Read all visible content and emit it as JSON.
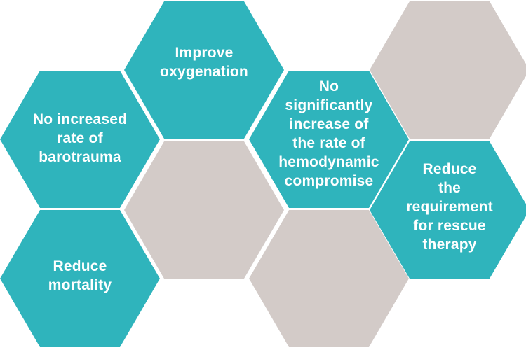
{
  "colors": {
    "teal": "#2fb4bc",
    "gray": "#d3cbc8",
    "background": "#ffffff",
    "text": "#ffffff"
  },
  "hexagons": [
    {
      "name": "improve-oxygenation",
      "color": "teal",
      "label": "Improve\noxygenation"
    },
    {
      "name": "empty-top-right",
      "color": "gray",
      "label": ""
    },
    {
      "name": "no-increased-barotrauma",
      "color": "teal",
      "label": "No increased\nrate of\nbarotrauma"
    },
    {
      "name": "no-hemodynamic-compromise",
      "color": "teal",
      "label": "No\nsignificantly\nincrease of\nthe rate of\nhemodynamic\ncompromise"
    },
    {
      "name": "empty-center",
      "color": "gray",
      "label": ""
    },
    {
      "name": "reduce-rescue-therapy",
      "color": "teal",
      "label": "Reduce\nthe\nrequirement\nfor rescue\ntherapy"
    },
    {
      "name": "reduce-mortality",
      "color": "teal",
      "label": "Reduce\nmortality"
    },
    {
      "name": "empty-bottom-center",
      "color": "gray",
      "label": ""
    }
  ]
}
